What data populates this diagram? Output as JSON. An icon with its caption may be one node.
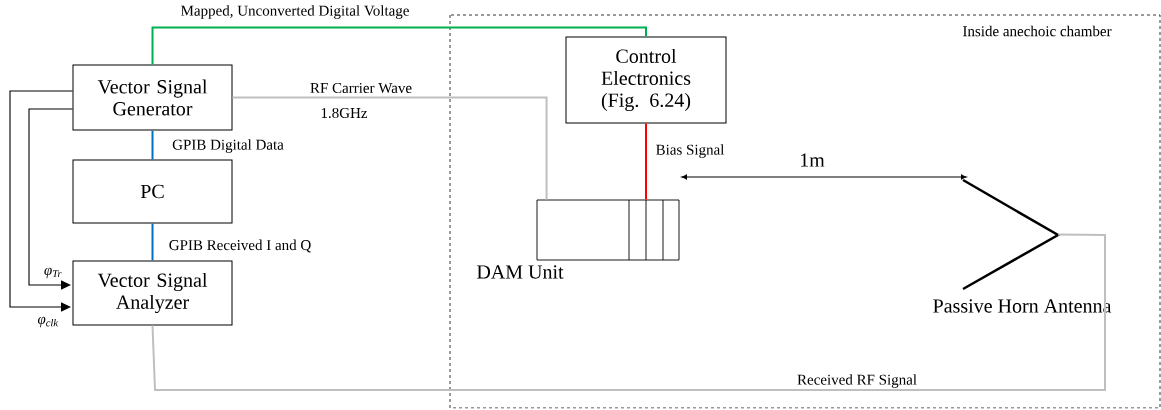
{
  "diagram": {
    "nodes": [
      {
        "text": [
          "Vector Signal Generator"
        ]
      },
      {
        "text": [
          "PC"
        ]
      },
      {
        "text": [
          "Vector Signal Analyzer"
        ]
      },
      {
        "text": [
          "Inside anechoic chamber"
        ]
      },
      {
        "text": [
          "Control Electronics (Fig. 6.24)"
        ],
        "in": 3
      },
      {
        "text": [
          "DAM Unit"
        ],
        "in": 3
      },
      {
        "text": [
          "Passive Horn Antenna"
        ],
        "in": 3
      }
    ],
    "edges": [
      {
        "from": 0,
        "to": 4,
        "arrow": "none",
        "label": "Mapped, Unconverted Digital Voltage",
        "color": "#00b050"
      },
      {
        "from": 0,
        "to": 5,
        "arrow": "none",
        "label": "RF Carrier Wave",
        "color": "#bfbfbf"
      },
      {
        "from": 0,
        "to": 1,
        "arrow": "none",
        "label": "GPIB Digital Data",
        "color": "#0070c0"
      },
      {
        "from": 1,
        "to": 2,
        "arrow": "none",
        "label": "GPIB Received I and Q",
        "color": "#0070c0"
      },
      {
        "from": 4,
        "to": 5,
        "arrow": "none",
        "label": "Bias Signal",
        "color": "#ff0000"
      },
      {
        "from": 2,
        "to": 6,
        "arrow": "none",
        "label": "Received RF Signal",
        "color": "#bfbfbf"
      },
      {
        "from": 0,
        "to": 2,
        "arrow": "to",
        "label": "φ$_{Tr}$",
        "color": "#000000"
      },
      {
        "from": 0,
        "to": 2,
        "arrow": "to",
        "label": "φ$_{clk}$",
        "color": "#000000"
      }
    ],
    "labels": [
      "1.8GHz",
      "1m"
    ]
  }
}
